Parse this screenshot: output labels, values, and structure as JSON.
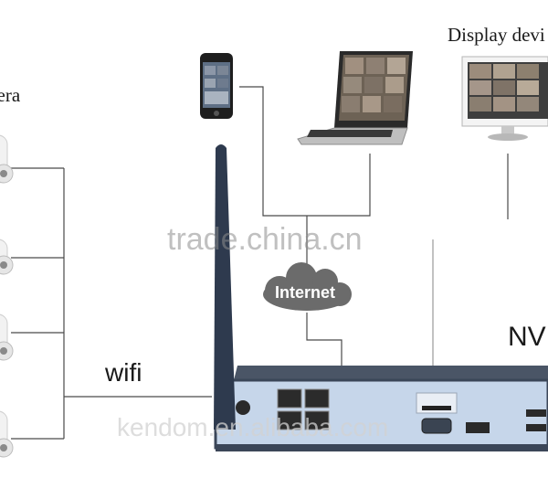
{
  "labels": {
    "camera": "nera",
    "display": "Display devi",
    "wifi": "wifi",
    "nvr": "NVI",
    "internet": "Internet"
  },
  "watermarks": {
    "trade": "trade.china.cn",
    "kendom": "kendom.en.alibaba.com"
  },
  "colors": {
    "line": "#4a4a4a",
    "cloud": "#6b6b6b",
    "nvr_body": "#3b4658",
    "nvr_front": "#c6d6ea",
    "antenna": "#2e3a4e"
  }
}
